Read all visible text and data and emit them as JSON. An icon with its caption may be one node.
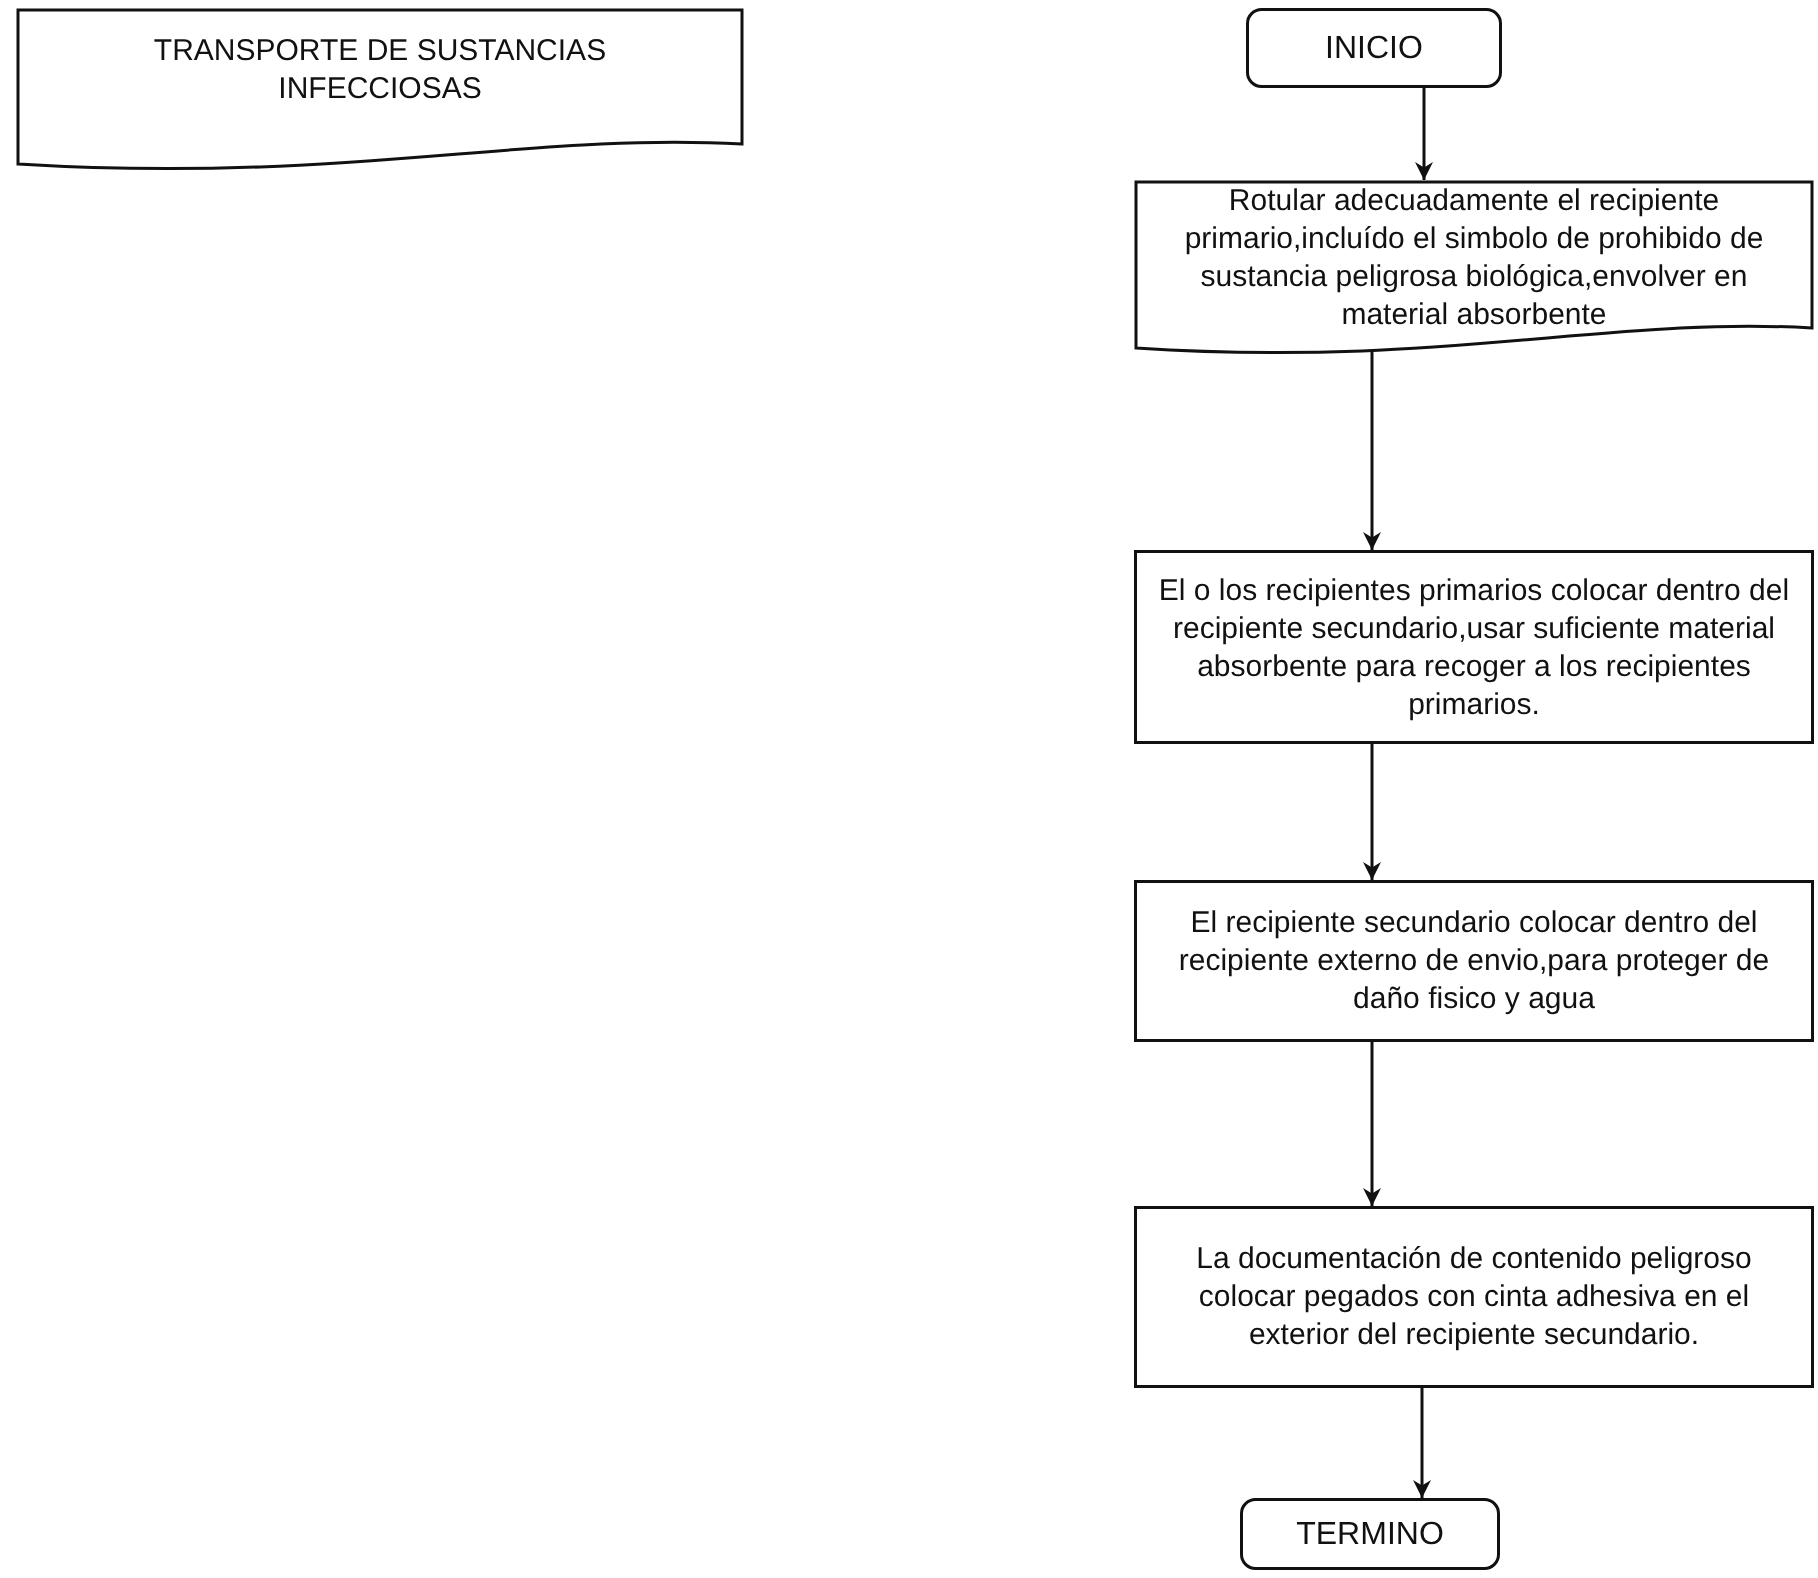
{
  "diagram": {
    "nodes": [
      {
        "text": [
          "TRANSPORTE  DE SUSTANCIAS INFECCIOSAS"
        ]
      },
      {
        "text": [
          "INICIO"
        ]
      },
      {
        "text": [
          "Rotular adecuadamente el recipiente primario,incluído el simbolo de prohibido de sustancia peligrosa biológica,envolver en material absorbente"
        ]
      },
      {
        "text": [
          "El o los recipientes primarios colocar dentro del recipiente secundario,usar suficiente material absorbente para recoger a los recipientes primarios."
        ]
      },
      {
        "text": [
          "El recipiente secundario colocar dentro del recipiente externo de envio,para proteger de daño fisico y agua"
        ]
      },
      {
        "text": [
          "La documentación de contenido peligroso colocar pegados con cinta adhesiva en el exterior del recipiente secundario."
        ]
      },
      {
        "text": [
          "TERMINO"
        ]
      }
    ],
    "edges": [
      {
        "from": 1,
        "to": 2,
        "arrow": "to"
      },
      {
        "from": 2,
        "to": 3,
        "arrow": "to"
      },
      {
        "from": 3,
        "to": 4,
        "arrow": "to"
      },
      {
        "from": 4,
        "to": 5,
        "arrow": "to"
      },
      {
        "from": 5,
        "to": 6,
        "arrow": "to"
      }
    ]
  }
}
